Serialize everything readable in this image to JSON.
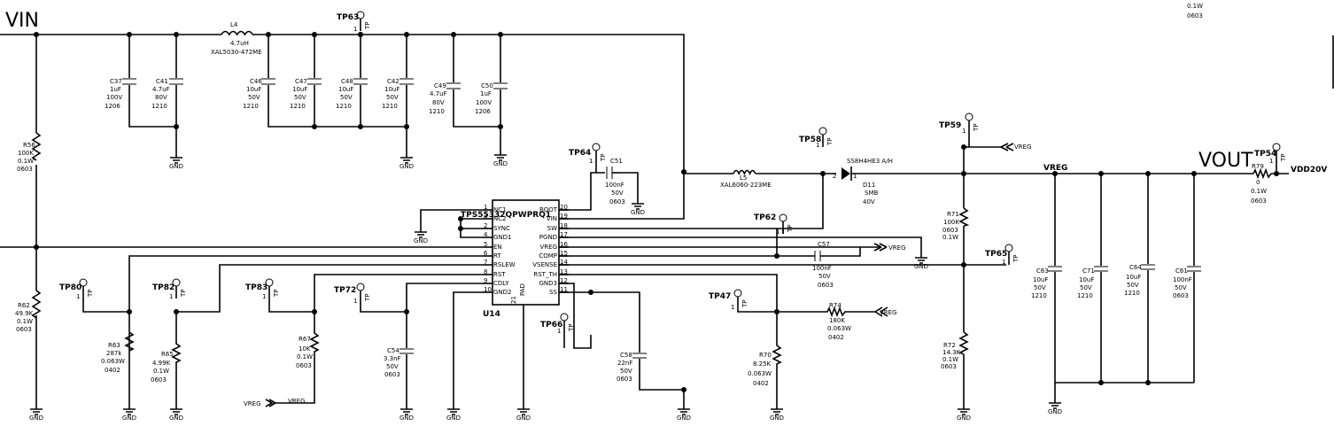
{
  "nets": {
    "vin": "VIN",
    "vout": "VOUT",
    "vdd20v": "VDD20V",
    "vreg": "VREG",
    "gnd": "GND"
  },
  "ic": {
    "ref": "U14",
    "part": "TPS55332QPWPRQ1",
    "pad_label": "PAD",
    "pad_num": "21",
    "pins_left": [
      {
        "num": "1",
        "name": "NC1"
      },
      {
        "num": "3",
        "name": "NC2"
      },
      {
        "num": "2",
        "name": "SYNC"
      },
      {
        "num": "4",
        "name": "GND1"
      },
      {
        "num": "5",
        "name": "EN"
      },
      {
        "num": "6",
        "name": "RT"
      },
      {
        "num": "7",
        "name": "RSLEW"
      },
      {
        "num": "8",
        "name": "RST"
      },
      {
        "num": "9",
        "name": "CDLY"
      },
      {
        "num": "10",
        "name": "GND2"
      }
    ],
    "pins_right": [
      {
        "num": "20",
        "name": "BOOT"
      },
      {
        "num": "19",
        "name": "VIN"
      },
      {
        "num": "18",
        "name": "SW"
      },
      {
        "num": "17",
        "name": "PGND"
      },
      {
        "num": "16",
        "name": "VREG"
      },
      {
        "num": "15",
        "name": "COMP"
      },
      {
        "num": "14",
        "name": "VSENSE"
      },
      {
        "num": "13",
        "name": "RST_TH"
      },
      {
        "num": "12",
        "name": "GND3"
      },
      {
        "num": "11",
        "name": "SS"
      }
    ]
  },
  "components": {
    "l4": [
      "L4",
      "4.7uH",
      "XAL5030-472ME"
    ],
    "l5": [
      "L5",
      "XAL6060-223ME"
    ],
    "c37": [
      "C37",
      "1uF",
      "100V",
      "1206"
    ],
    "c41": [
      "C41",
      "4.7uF",
      "80V",
      "1210"
    ],
    "c46": [
      "C46",
      "10uF",
      "50V",
      "1210"
    ],
    "c47": [
      "C47",
      "10uF",
      "50V",
      "1210"
    ],
    "c48": [
      "C48",
      "10uF",
      "50V",
      "1210"
    ],
    "c42": [
      "C42",
      "10uF",
      "50V",
      "1210"
    ],
    "c49": [
      "C49",
      "4.7uF",
      "80V",
      "1210"
    ],
    "c50": [
      "C50",
      "1uF",
      "100V",
      "1206"
    ],
    "c51": [
      "C51",
      "100nF",
      "50V",
      "0603"
    ],
    "c57": [
      "C57",
      "100nF",
      "50V",
      "0603"
    ],
    "c54": [
      "C54",
      "3.3nF",
      "50V",
      "0603"
    ],
    "c58": [
      "C58",
      "22nF",
      "50V",
      "0603"
    ],
    "c63": [
      "C63",
      "10uF",
      "50V",
      "1210"
    ],
    "c71": [
      "C71",
      "10uF",
      "50V",
      "1210"
    ],
    "c64": [
      "C64",
      "10uF",
      "50V",
      "1210"
    ],
    "c61": [
      "C61",
      "100nF",
      "50V",
      "0603"
    ],
    "r56": [
      "R56",
      "100K",
      "0.1W",
      "0603"
    ],
    "r62": [
      "R62",
      "49.9K",
      "0.1W",
      "0603"
    ],
    "r63": [
      "R63",
      "287k",
      "0.063W",
      "0402"
    ],
    "r65": [
      "R65",
      "4.99K",
      "0.1W",
      "0603"
    ],
    "r67": [
      "R67",
      "10K",
      "0.1W",
      "0603"
    ],
    "r70": [
      "R70",
      "8.25K",
      "0.063W",
      "0402"
    ],
    "r74": [
      "R74",
      "180K",
      "0.063W",
      "0402"
    ],
    "r71": [
      "R71",
      "100K",
      "0603",
      "0.1W"
    ],
    "r72": [
      "R72",
      "14.3K",
      "0.1W",
      "0603"
    ],
    "r79": [
      "R79",
      "0",
      "0.1W",
      "0603"
    ],
    "d11": [
      "SS8H4HE3 A/H",
      "D11",
      "SMB",
      "40V"
    ]
  },
  "testpoints": {
    "tp63": "TP63",
    "tp64": "TP64",
    "tp58": "TP58",
    "tp59": "TP59",
    "tp54": "TP54",
    "tp62": "TP62",
    "tp65": "TP65",
    "tp80": "TP80",
    "tp82": "TP82",
    "tp83": "TP83",
    "tp72": "TP72",
    "tp47": "TP47",
    "tp66": "TP66",
    "pin": "1",
    "tag": "TP"
  },
  "diode_pins": {
    "a": "2",
    "k": "1"
  },
  "corner_note": [
    "0.1W",
    "0603"
  ]
}
